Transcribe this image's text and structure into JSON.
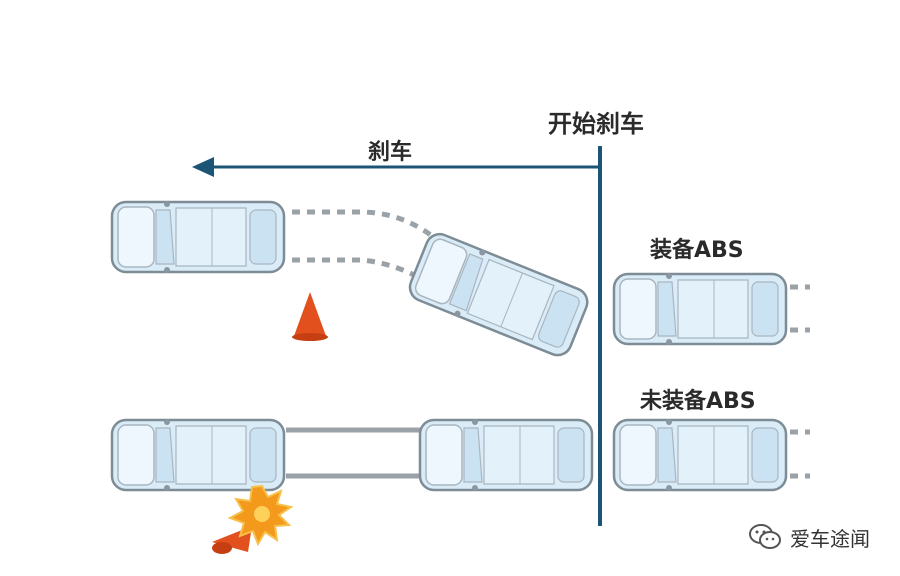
{
  "labels": {
    "start_braking": "开始刹车",
    "braking": "刹车",
    "with_abs": "装备ABS",
    "without_abs": "未装备ABS"
  },
  "watermark": {
    "text": "爱车途闻",
    "icon": "wechat-icon"
  },
  "colors": {
    "arrow": "#1b5475",
    "brake_line": "#1b5475",
    "car_body": "#d9ecf8",
    "car_outline": "#7e8c96",
    "cone": "#e2501e",
    "impact": "#f39a1c",
    "trail": "#9aa2a8"
  }
}
